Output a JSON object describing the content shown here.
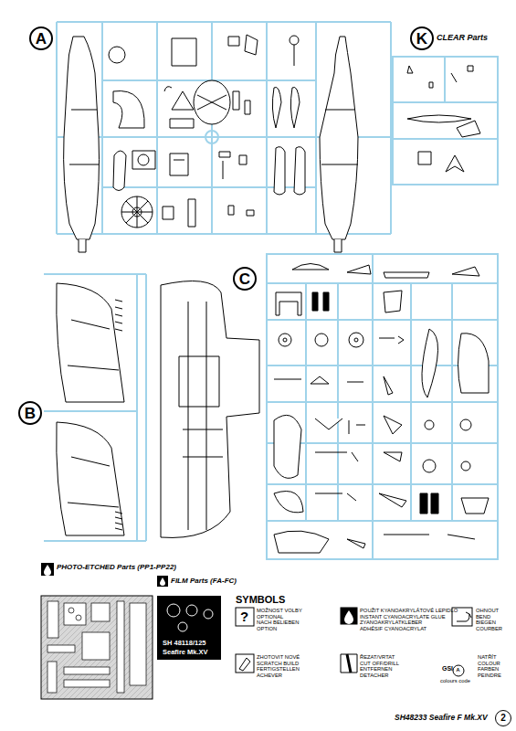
{
  "diagram": {
    "nodes": [
      {
        "text": [
          "A"
        ]
      },
      {
        "text": [
          "K"
        ]
      },
      {
        "text": [
          "C"
        ]
      },
      {
        "text": [
          "B"
        ]
      },
      {
        "text": [
          "2"
        ]
      }
    ],
    "labels": [
      "CLEAR Parts",
      "PHOTO-ETCHED Parts (PP1-PP22)",
      "FILM Parts (FA-FC)",
      "SH 48118/125",
      "Seafire Mk.XV",
      "SYMBOLS",
      "MOŽNOST VOLBY",
      "OPTIONAL",
      "NACH BELIEBEN",
      "OPTION",
      "POUŽIT KYANOAKRYLÁTOVÉ LEPIDLO",
      "INSTANT CYANOACRYLATE GLUE",
      "ZYANOAKRYLATKLEBER",
      "ADHÉSIF CYANOACRYLAT",
      "OHNOUT",
      "BEND",
      "BIEGEN",
      "COURBER",
      "ZHOTOVIT NOVÉ",
      "SCRATCH BUILD",
      "FERTIGSTELLEN",
      "ACHEVER",
      "ŘEZAT/VRTAT",
      "CUT OFF/DRILL",
      "ENTFERNEN",
      "DETACHER",
      "GSI",
      "colours code",
      "A",
      "NATŘÍT",
      "COLOUR",
      "FARBEN",
      "PEINDRE",
      "SH48233 Seafire F Mk.XV",
      "?"
    ]
  }
}
